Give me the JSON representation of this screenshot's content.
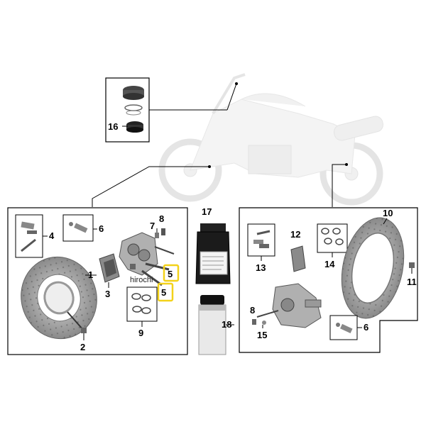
{
  "callouts": {
    "c1": "1",
    "c2": "2",
    "c3": "3",
    "c4": "4",
    "c5a": "5",
    "c5b": "5",
    "c6a": "6",
    "c6b": "6",
    "c7": "7",
    "c8a": "8",
    "c8b": "8",
    "c9": "9",
    "c10": "10",
    "c11": "11",
    "c12": "12",
    "c13": "13",
    "c14": "14",
    "c15": "15",
    "c16": "16",
    "c17": "17",
    "c18": "18"
  },
  "watermark": "hirochi",
  "colors": {
    "line": "#000000",
    "highlight": "#f3d21a",
    "disc": "#8c8c8c",
    "part": "#9a9a9a",
    "bike": "#e9e9e9"
  }
}
